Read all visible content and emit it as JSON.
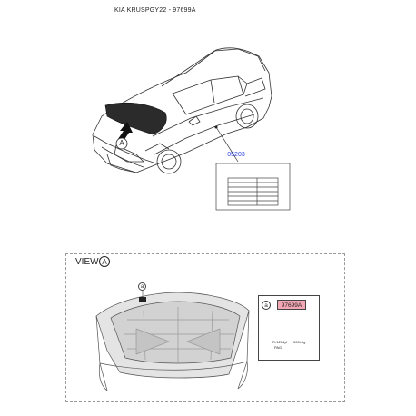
{
  "title": "KIA KRUSPGY22 - 97699A",
  "callout_part_number": "05203",
  "view": {
    "label": "VIEW",
    "marker": "A"
  },
  "car_marker": "A",
  "hood_marker": "a",
  "label_card": {
    "marker": "a",
    "part_number": "97699A",
    "row1_label": "R-1234yf",
    "row1_value": "000±0g",
    "row2_label": "PAG"
  },
  "colors": {
    "callout_text": "#2a3fd8",
    "part_highlight": "#f3a7b4",
    "line": "#333333",
    "dashed_frame": "#9a9a9a"
  }
}
